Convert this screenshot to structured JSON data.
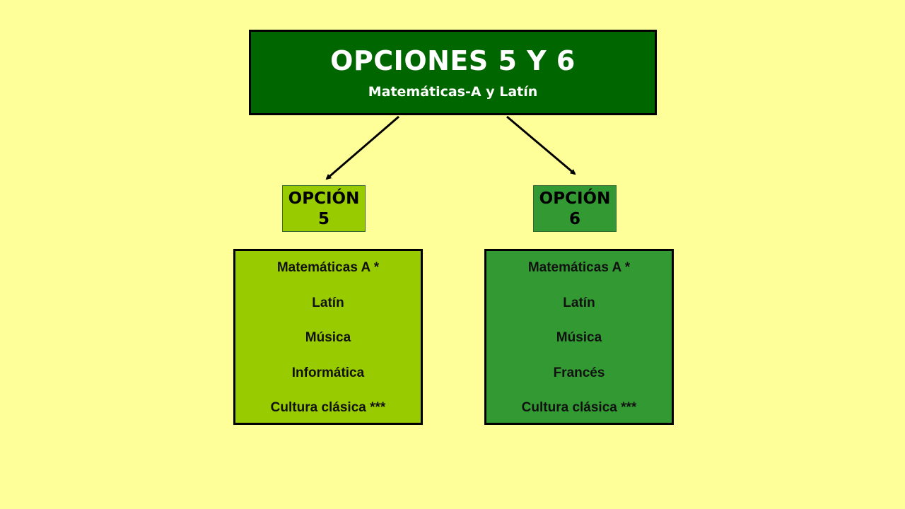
{
  "header": {
    "title": "OPCIONES 5 Y 6",
    "subtitle": "Matemáticas-A y Latín",
    "background": "#006600"
  },
  "options": [
    {
      "label_line1": "OPCIÓN",
      "label_line2": "5",
      "color": "#99CC00",
      "subjects": [
        "Matemáticas A *",
        "Latín",
        "Música",
        "Informática",
        "Cultura clásica ***"
      ]
    },
    {
      "label_line1": "OPCIÓN",
      "label_line2": "6",
      "color": "#339933",
      "subjects": [
        "Matemáticas A *",
        "Latín",
        "Música",
        "Francés",
        "Cultura clásica ***"
      ]
    }
  ],
  "page_background": "#FFFF99"
}
